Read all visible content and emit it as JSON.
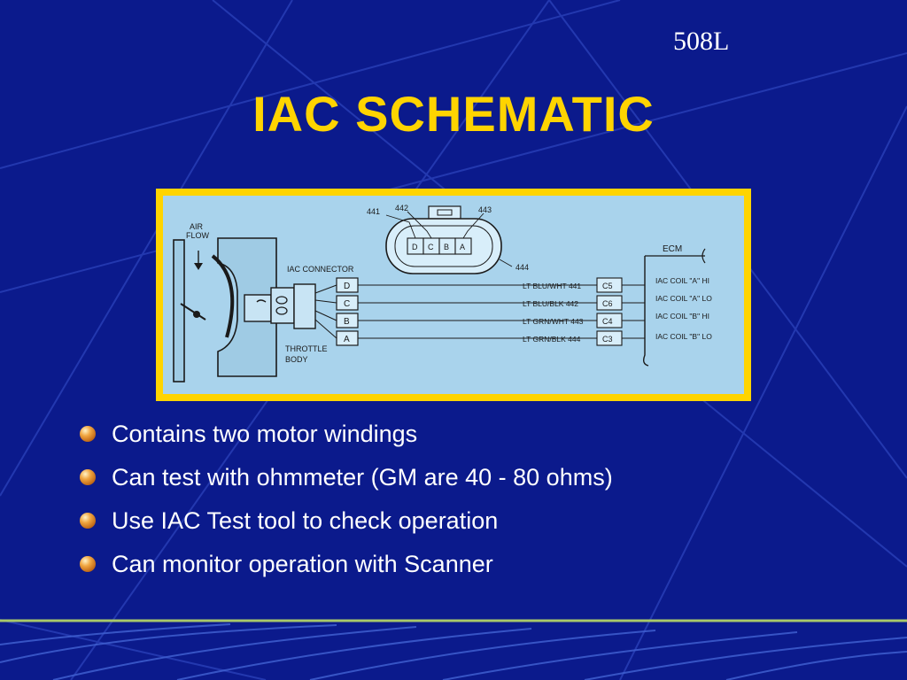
{
  "slide": {
    "number": "508L",
    "title": "IAC SCHEMATIC"
  },
  "schematic": {
    "air_flow_label": [
      "AIR",
      "FLOW"
    ],
    "iac_connector_label": "IAC CONNECTOR",
    "throttle_body_label": [
      "THROTTLE",
      "BODY"
    ],
    "ecm_label": "ECM",
    "connector_pins": [
      "D",
      "C",
      "B",
      "A"
    ],
    "top_connector_pins": [
      "D",
      "C",
      "B",
      "A"
    ],
    "circuit_numbers": [
      "441",
      "442",
      "443",
      "444"
    ],
    "wires": [
      {
        "label": "LT BLU/WHT 441",
        "ecm_pin": "C5",
        "ecm_function": "IAC COIL \"A\" HI"
      },
      {
        "label": "LT BLU/BLK 442",
        "ecm_pin": "C6",
        "ecm_function": "IAC COIL \"A\" LO"
      },
      {
        "label": "LT GRN/WHT 443",
        "ecm_pin": "C4",
        "ecm_function": "IAC COIL \"B\" HI"
      },
      {
        "label": "LT GRN/BLK 444",
        "ecm_pin": "C3",
        "ecm_function": "IAC COIL \"B\" LO"
      }
    ]
  },
  "bullets": [
    "Contains two motor windings",
    "Can test with ohmmeter (GM are 40 - 80 ohms)",
    "Use IAC Test tool to check operation",
    "Can monitor operation with Scanner"
  ],
  "colors": {
    "background": "#0b1a8c",
    "title": "#ffd400",
    "frame": "#ffd400",
    "diagram_bg": "#a9d3ec"
  }
}
